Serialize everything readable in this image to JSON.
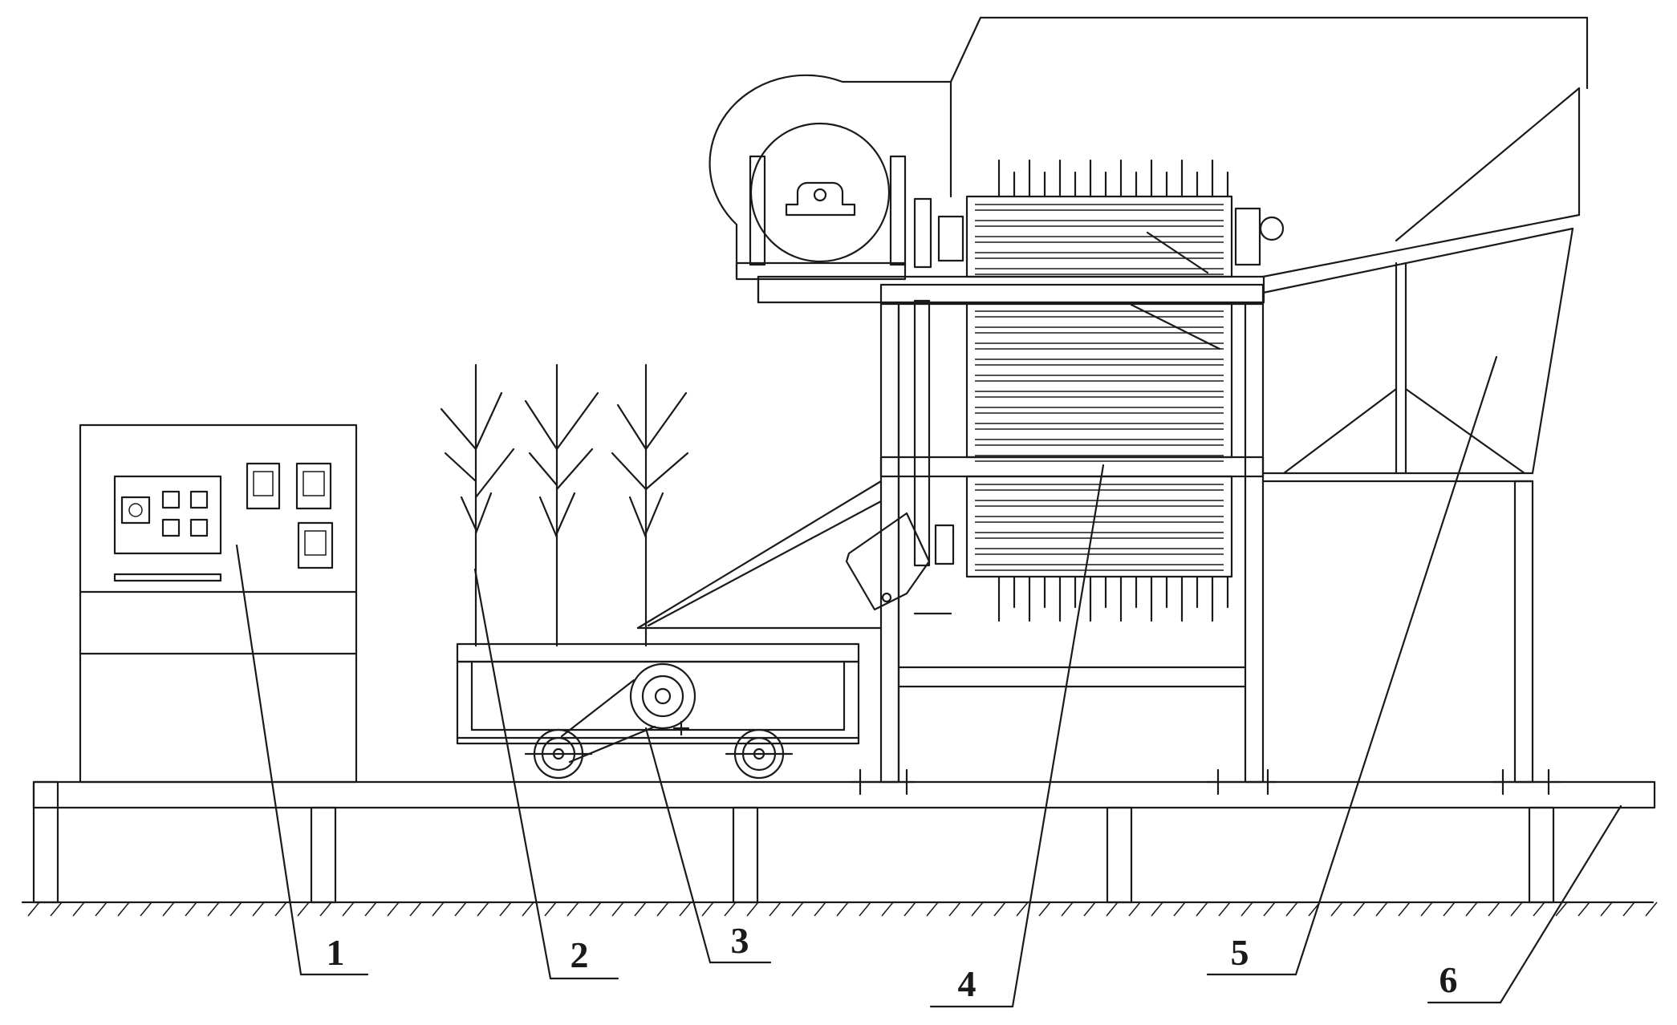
{
  "diagram": {
    "callouts": [
      {
        "id": "callout-1",
        "number": "1"
      },
      {
        "id": "callout-2",
        "number": "2"
      },
      {
        "id": "callout-3",
        "number": "3"
      },
      {
        "id": "callout-4",
        "number": "4"
      },
      {
        "id": "callout-5",
        "number": "5"
      },
      {
        "id": "callout-6",
        "number": "6"
      }
    ],
    "line_color": "#1a1a1a",
    "background": "#ffffff"
  }
}
